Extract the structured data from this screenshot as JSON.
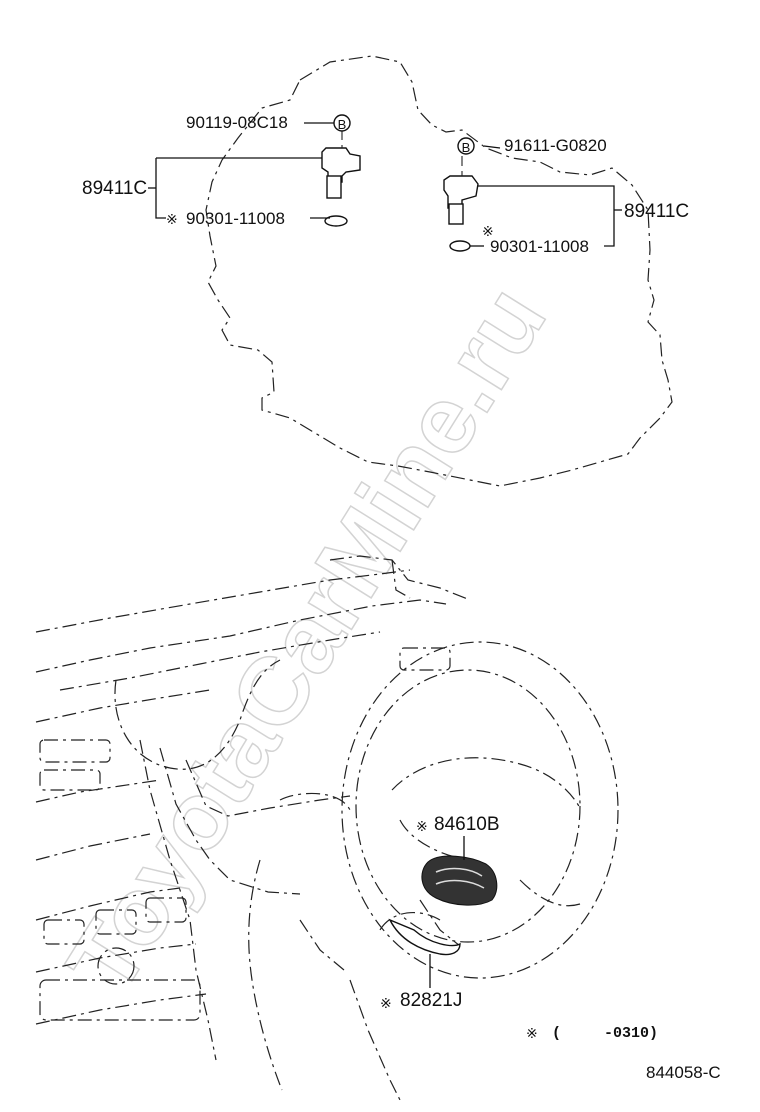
{
  "transmission_section": {
    "bolt_left": "90119-08C18",
    "bolt_left_marker": "B",
    "sensor_left": "89411C",
    "oring_left": "90301-11008",
    "oring_left_marker": "※",
    "bolt_right": "91611-G0820",
    "bolt_right_marker": "B",
    "sensor_right": "89411C",
    "oring_right": "90301-11008",
    "oring_right_marker": "※"
  },
  "steering_section": {
    "switch_part": "84610B",
    "switch_marker": "※",
    "cable_part": "82821J",
    "cable_marker": "※"
  },
  "footnote": {
    "marker": "※",
    "open_paren": "(",
    "range": "-0310)"
  },
  "diagram_id": "844058-C",
  "watermark": "ToyotaCarMine.ru"
}
